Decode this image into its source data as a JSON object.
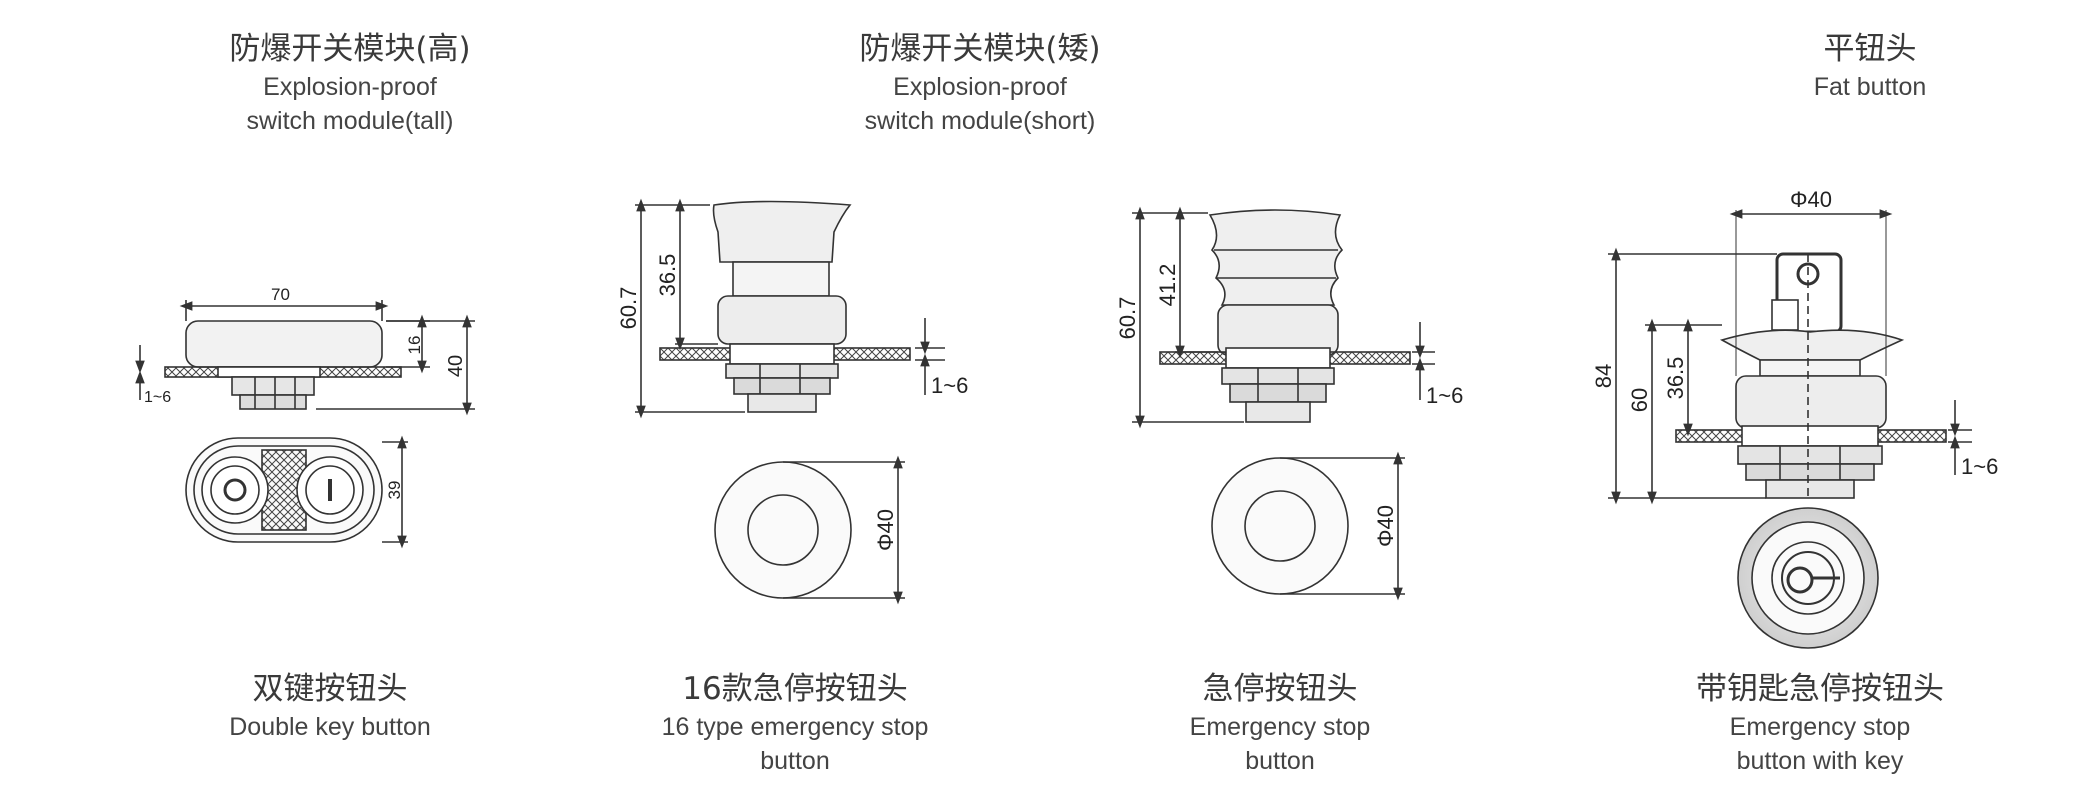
{
  "top_captions": [
    {
      "zh": "防爆开关模块(高)",
      "en_line1": "Explosion-proof",
      "en_line2": "switch module(tall)"
    },
    {
      "zh": "防爆开关模块(矮)",
      "en_line1": "Explosion-proof",
      "en_line2": "switch module(short)"
    },
    {
      "zh": "平钮头",
      "en_line1": "Fat button",
      "en_line2": ""
    }
  ],
  "bottom_captions": [
    {
      "zh": "双键按钮头",
      "en_line1": "Double key button",
      "en_line2": ""
    },
    {
      "zh": "16款急停按钮头",
      "en_line1": "16 type emergency stop",
      "en_line2": "button"
    },
    {
      "zh": "急停按钮头",
      "en_line1": "Emergency stop",
      "en_line2": "button"
    },
    {
      "zh": "带钥匙急停按钮头",
      "en_line1": "Emergency stop",
      "en_line2": "button with key"
    }
  ],
  "dimensions": {
    "double_key": {
      "width": "70",
      "height_head": "16",
      "height_total": "40",
      "panel": "1~6",
      "bottom_height": "39"
    },
    "type16_estop": {
      "total": "60.7",
      "head": "36.5",
      "panel": "1~6",
      "diameter": "Φ40"
    },
    "estop": {
      "total": "60.7",
      "head": "41.2",
      "panel": "1~6",
      "diameter": "Φ40"
    },
    "key_estop": {
      "diameter_top": "Φ40",
      "total": "84",
      "body": "60",
      "head": "36.5",
      "panel": "1~6"
    }
  }
}
